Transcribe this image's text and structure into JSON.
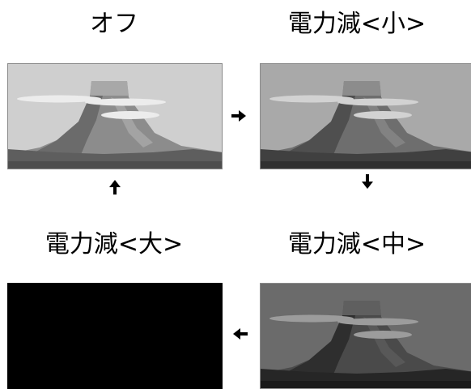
{
  "panels": [
    {
      "label": "オフ",
      "screen_state": "off",
      "tone": {
        "sky": "#cfcfcf",
        "border": "#8a8a8a",
        "mountain_dark": "#6b6b6b",
        "mountain_mid": "#8c8c8c",
        "mountain_light": "#a3a3a3",
        "cap": "#a8a8a8",
        "cloud": "#ececec",
        "ground": "#4e4e4e",
        "ground2": "#5e5e5e"
      }
    },
    {
      "label": "電力減<小>",
      "screen_state": "power-saving-low",
      "tone": {
        "sky": "#a9a9a9",
        "border": "#8a8a8a",
        "mountain_dark": "#4f4f4f",
        "mountain_mid": "#6e6e6e",
        "mountain_light": "#828282",
        "cap": "#8c8c8c",
        "cloud": "#d2d2d2",
        "ground": "#303030",
        "ground2": "#404040"
      }
    },
    {
      "label": "電力減<中>",
      "screen_state": "power-saving-medium",
      "tone": {
        "sky": "#6b6b6b",
        "border": "#8a8a8a",
        "mountain_dark": "#2e2e2e",
        "mountain_mid": "#4a4a4a",
        "mountain_light": "#585858",
        "cap": "#5f5f5f",
        "cloud": "#9c9c9c",
        "ground": "#1a1a1a",
        "ground2": "#262626"
      }
    },
    {
      "label": "電力減<大>",
      "screen_state": "power-saving-high",
      "tone": {
        "sky": "#000000",
        "border": "#000000",
        "mountain_dark": "#000000",
        "mountain_mid": "#000000",
        "mountain_light": "#000000",
        "cap": "#000000",
        "cloud": "#000000",
        "ground": "#000000",
        "ground2": "#000000"
      }
    }
  ],
  "arrows": [
    {
      "from": "オフ",
      "to": "電力減<小>",
      "direction": "right"
    },
    {
      "from": "電力減<小>",
      "to": "電力減<中>",
      "direction": "down"
    },
    {
      "from": "電力減<中>",
      "to": "電力減<大>",
      "direction": "left"
    },
    {
      "from": "電力減<大>",
      "to": "オフ",
      "direction": "up"
    }
  ]
}
